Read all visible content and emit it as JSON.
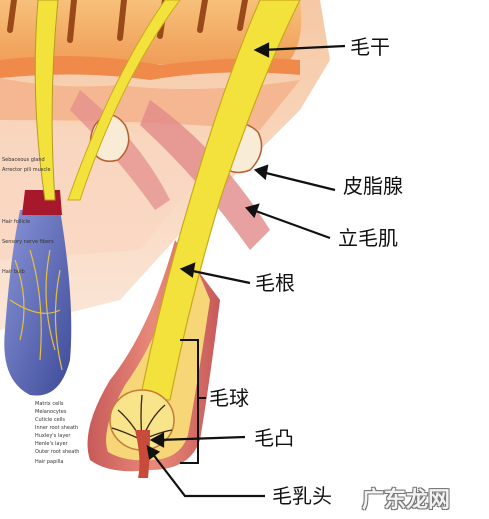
{
  "labels": {
    "hair_shaft": "毛干",
    "sebaceous_gland": "皮脂腺",
    "arrector_pili": "立毛肌",
    "hair_root": "毛根",
    "hair_bulb": "毛球",
    "dermal_papilla_bump": "毛凸",
    "hair_papilla": "毛乳头"
  },
  "watermark": "广东龙网",
  "small_labels": {
    "sebaceous": "Sebaceous gland",
    "arrector": "Arrector pili muscle",
    "follicle": "Hair follicle",
    "sensory": "Sensory nerve fibers",
    "hair_bulb": "Hair bulb",
    "matrix": "Matrix cells",
    "melanocytes": "Melanocytes",
    "cuticle": "Cuticle cells",
    "inner_root": "Inner root sheath",
    "huxley": "Huxley's layer",
    "henle": "Henle's layer",
    "outer_root": "Outer root sheath",
    "papilla": "Hair papilla"
  },
  "colors": {
    "hair": "#f4e23c",
    "skin_top": "#f2a24e",
    "dermis": "#f5b98c",
    "follicle_sheath": "#e0707a",
    "nerve_bulb": "#5a6bb5",
    "arrow": "#111111"
  }
}
